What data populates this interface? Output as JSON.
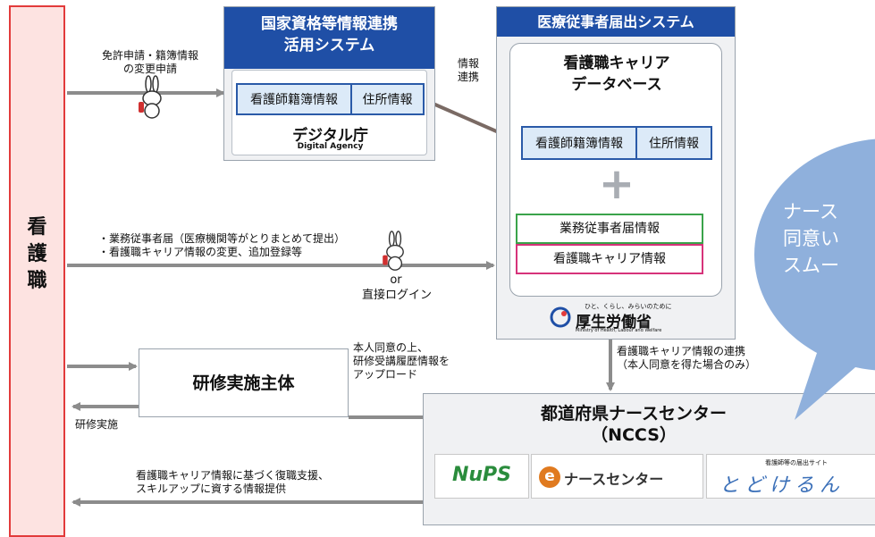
{
  "nurse": {
    "label_lines": [
      "看",
      "護",
      "職"
    ]
  },
  "digital_system": {
    "title_line1": "国家資格等情報連携",
    "title_line2": "活用システム",
    "cell_registry": "看護師籍簿情報",
    "cell_address": "住所情報",
    "org_name": "デジタル庁",
    "org_name_en": "Digital Agency"
  },
  "mhlw_system": {
    "title": "医療従事者届出システム",
    "db_title_line1": "看護職キャリア",
    "db_title_line2": "データベース",
    "cell_registry": "看護師籍簿情報",
    "cell_address": "住所情報",
    "plus": "+",
    "work_report": "業務従事者届情報",
    "career_info": "看護職キャリア情報",
    "org_tagline": "ひと、くらし、みらいのために",
    "org_name": "厚生労働省",
    "org_name_en": "Ministry of Health, Labour and Welfare"
  },
  "training": {
    "label": "研修実施主体"
  },
  "nccs": {
    "title_line1": "都道府県ナースセンター",
    "title_line2": "（NCCS）",
    "logos": {
      "nups": "NuPS",
      "enurse": "ナースセンター",
      "enurse_mark": "e",
      "todokeru_caption": "看護師等の届出サイト",
      "todokeru": "とどけるん"
    }
  },
  "bubble": {
    "lines": [
      "ナース",
      "同意い",
      "スムー"
    ]
  },
  "annotations": {
    "license_line1": "免許申請・籍簿情報",
    "license_line2": "の変更申請",
    "info_link_line1": "情報",
    "info_link_line2": "連携",
    "work_line1": "・業務従事者届（医療機関等がとりまとめて提出）",
    "work_line2": "・看護職キャリア情報の変更、追加登録等",
    "or": "or",
    "direct_login": "直接ログイン",
    "upload_line1": "本人同意の上、",
    "upload_line2": "研修受講履歴情報を",
    "upload_line3": "アップロード",
    "career_link_line1": "看護職キャリア情報の連携",
    "career_link_line2": "（本人同意を得た場合のみ）",
    "training_impl": "研修実施",
    "support_line1": "看護職キャリア情報に基づく復職支援、",
    "support_line2": "スキルアップに資する情報提供"
  },
  "colors": {
    "nurse_border": "#e23b3b",
    "nurse_fill": "#fde3e1",
    "system_title": "#1f4fa6",
    "cell_fill": "#dceaf8",
    "work_border": "#3aa34a",
    "career_border": "#d6337a",
    "bubble_fill": "#8fb0dc",
    "arrow_gray": "#8c8c8c",
    "arrow_brown": "#7a6a64"
  }
}
